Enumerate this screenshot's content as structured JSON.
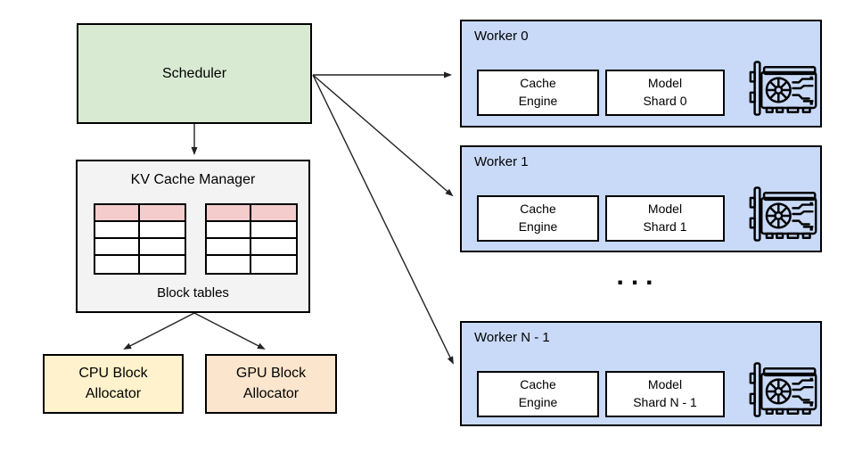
{
  "scheduler": {
    "label": "Scheduler",
    "fill": "#d9ead3"
  },
  "kv_cache_manager": {
    "title": "KV Cache Manager",
    "caption": "Block tables",
    "fill": "#f3f3f3",
    "block_tables": {
      "count": 2,
      "rows": 4,
      "columns": 2,
      "highlighted_row_index": 0,
      "highlight_color": "#f4cccc"
    }
  },
  "allocators": {
    "cpu": {
      "line1": "CPU Block",
      "line2": "Allocator",
      "fill": "#fff2cc"
    },
    "gpu": {
      "line1": "GPU Block",
      "line2": "Allocator",
      "fill": "#fce5cd"
    }
  },
  "workers": {
    "fill": "#c9daf8",
    "ellipsis": "...",
    "items": [
      {
        "title": "Worker 0",
        "cache_engine": {
          "line1": "Cache",
          "line2": "Engine"
        },
        "model_shard": {
          "line1": "Model",
          "line2": "Shard 0"
        },
        "gpu_icon": "gpu-card-icon"
      },
      {
        "title": "Worker 1",
        "cache_engine": {
          "line1": "Cache",
          "line2": "Engine"
        },
        "model_shard": {
          "line1": "Model",
          "line2": "Shard 1"
        },
        "gpu_icon": "gpu-card-icon"
      },
      {
        "title": "Worker N - 1",
        "cache_engine": {
          "line1": "Cache",
          "line2": "Engine"
        },
        "model_shard": {
          "line1": "Model",
          "line2": "Shard N - 1"
        },
        "gpu_icon": "gpu-card-icon"
      }
    ]
  },
  "connections": [
    {
      "from": "scheduler",
      "to": "kv-cache-manager"
    },
    {
      "from": "scheduler",
      "to": "worker-0"
    },
    {
      "from": "scheduler",
      "to": "worker-1"
    },
    {
      "from": "scheduler",
      "to": "worker-n-1"
    },
    {
      "from": "kv-cache-manager",
      "to": "cpu-block-allocator"
    },
    {
      "from": "kv-cache-manager",
      "to": "gpu-block-allocator"
    }
  ],
  "colors": {
    "background": "#ffffff",
    "border": "#000000",
    "scheduler_fill": "#d9ead3",
    "kv_manager_fill": "#f3f3f3",
    "table_highlight": "#f4cccc",
    "cpu_allocator_fill": "#fff2cc",
    "gpu_allocator_fill": "#fce5cd",
    "worker_fill": "#c9daf8"
  }
}
